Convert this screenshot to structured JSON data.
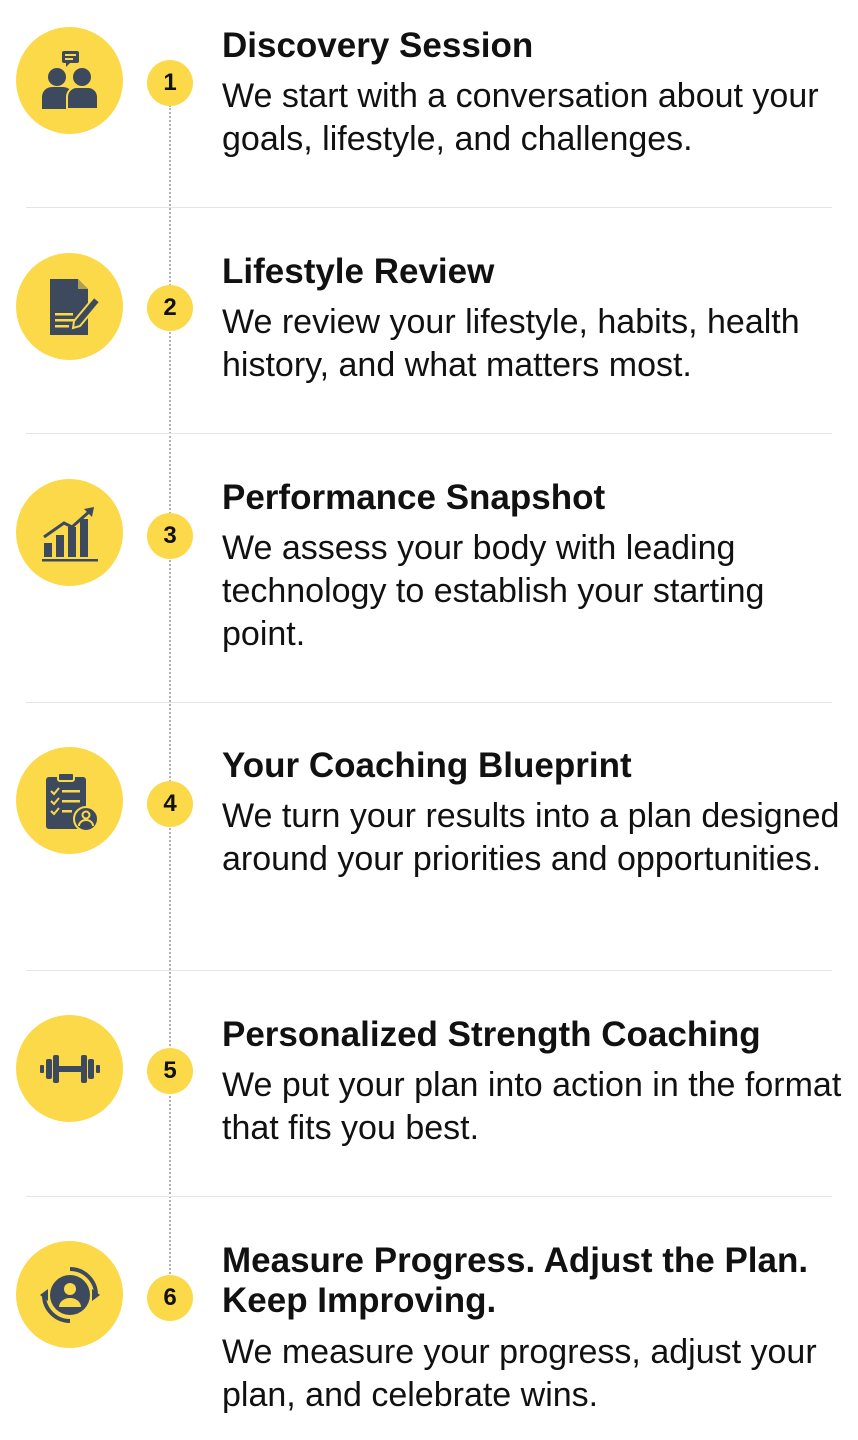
{
  "steps": [
    {
      "number": "1",
      "icon": "consultation-icon",
      "title": "Discovery Session",
      "description": "We start with a conversation about your goals, lifestyle, and challenges."
    },
    {
      "number": "2",
      "icon": "document-edit-icon",
      "title": "Lifestyle Review",
      "description": "We review your lifestyle, habits, health history, and what matters most."
    },
    {
      "number": "3",
      "icon": "growth-chart-icon",
      "title": "Performance Snapshot",
      "description": "We assess your body with leading technology to establish your starting point."
    },
    {
      "number": "4",
      "icon": "clipboard-profile-icon",
      "title": "Your Coaching Blueprint",
      "description": "We turn your results into a plan designed around your priorities and opportunities."
    },
    {
      "number": "5",
      "icon": "dumbbell-icon",
      "title": "Personalized Strength Coaching",
      "description": "We put your plan into action in the format that fits you best."
    },
    {
      "number": "6",
      "icon": "progress-cycle-icon",
      "title": "Measure Progress. Adjust the Plan. Keep Improving.",
      "description": "We measure your progress, adjust your plan, and celebrate wins."
    }
  ],
  "colors": {
    "accent": "#fcd949",
    "icon": "#3d4a5e",
    "text": "#111111",
    "divider": "#e5e5e5",
    "timeline": "#b3b3b3"
  }
}
